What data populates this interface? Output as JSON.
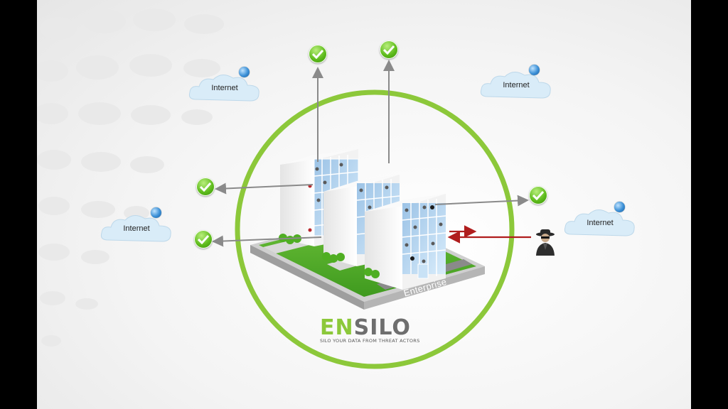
{
  "clouds": {
    "top_left": {
      "label": "Internet"
    },
    "top_right": {
      "label": "Internet"
    },
    "left": {
      "label": "Internet"
    },
    "right": {
      "label": "Internet"
    }
  },
  "enterprise_label": "Enterprise",
  "logo": {
    "prefix": "EN",
    "suffix": "SILO",
    "tagline": "SILO YOUR DATA FROM THREAT ACTORS"
  },
  "colors": {
    "ring": "#8cc83a",
    "arrow": "#8a8a8a",
    "threat_arrow": "#b01d1d",
    "check": "#5dbb1b",
    "logo_accent": "#8cc83a",
    "logo_text": "#6e6e6e"
  },
  "icons": {
    "check": "check-circle-icon",
    "globe": "globe-icon",
    "attacker": "hacker-icon",
    "cloud": "cloud-icon"
  }
}
